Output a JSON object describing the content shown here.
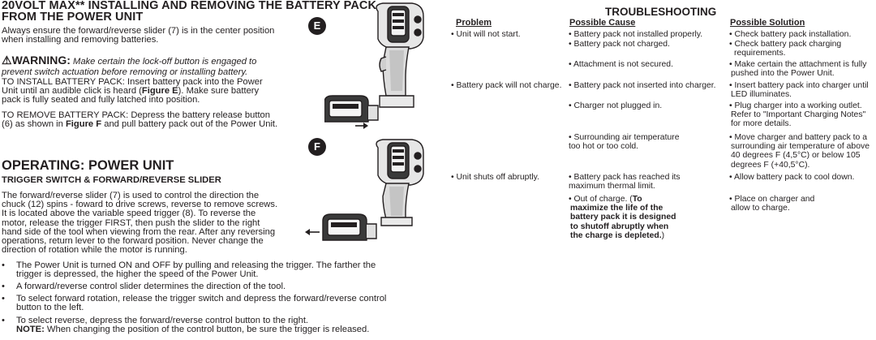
{
  "left": {
    "install_title_1": "20VOLT MAX** INSTALLING AND REMOVING THE BATTERY PACK",
    "install_title_2": "FROM THE POWER UNIT",
    "always_1": "Always ensure the forward/reverse slider (7) is in the center position",
    "always_2": "when installing and removing batteries.",
    "warning_symbol": "⚠",
    "warning_label": "WARNING:",
    "warning_1": "Make certain the lock-off button is engaged to",
    "warning_2": "prevent switch actuation before removing or installing battery.",
    "install_1": "TO INSTALL BATTERY PACK: Insert battery pack into the Power",
    "install_2": "Unit until an audible click is heard (",
    "install_fig": "Figure E",
    "install_2b": "). Make sure battery",
    "install_3": "pack is fully seated and fully latched into position.",
    "remove_1": "TO REMOVE BATTERY PACK: Depress the battery release button",
    "remove_2": "(6) as shown in ",
    "remove_fig": "Figure F",
    "remove_2b": " and pull battery pack out of the Power Unit.",
    "operating_title": "OPERATING: POWER UNIT",
    "trigger_sub": "TRIGGER SWITCH & FORWARD/REVERSE SLIDER",
    "para": [
      "The forward/reverse slider (7) is used to control the direction the",
      "chuck (12) spins - foward to drive screws, reverse to remove screws.",
      "It is located above the variable speed trigger (8). To reverse the",
      "motor, release the trigger FIRST, then push the slider to the right",
      "hand side of the tool when viewing from the rear. After any reversing",
      "operations, return lever to the forward position. Never change the",
      "direction of rotation while the motor is running."
    ],
    "bullet_char": "•",
    "bullets": [
      {
        "l1": "The Power Unit is turned ON and OFF by pulling and releasing the trigger. The farther the",
        "l2": "trigger is depressed, the higher the speed of the Power Unit."
      },
      {
        "l1": "A forward/reverse control slider determines the direction of the tool.",
        "l2": ""
      },
      {
        "l1": "To select forward rotation, release the trigger switch and depress the forward/reverse control",
        "l2": "button to the left."
      },
      {
        "l1": "To select reverse, depress the forward/reverse control button to the right.",
        "l2": ""
      }
    ],
    "note_label": "NOTE:",
    "note_text": " When changing the position of the control button, be sure the trigger is released."
  },
  "figures": {
    "e_label": "E",
    "f_label": "F"
  },
  "troubleshooting": {
    "title": "TROUBLESHOOTING",
    "headers": {
      "problem": "Problem",
      "cause": "Possible Cause",
      "solution": "Possible Solution"
    },
    "problems": [
      "• Unit will not start.",
      "• Battery pack will not charge.",
      "• Unit shuts off abruptly."
    ],
    "causes": [
      "• Battery pack not installed properly.",
      "• Battery pack not charged.",
      "• Attachment is not secured.",
      "• Battery pack not inserted into charger.",
      "• Charger not plugged in.",
      "• Surrounding air temperature",
      "too hot or too cold.",
      "• Battery pack has reached its",
      "maximum thermal limit.",
      "• Out of charge. (",
      "To",
      "maximize the life of the",
      "battery pack it is designed",
      "to shutoff abruptly when",
      "the charge is depleted.",
      ")"
    ],
    "solutions": [
      "• Check battery pack installation.",
      "• Check battery pack charging",
      "requirements.",
      "• Make certain the attachment is fully",
      "pushed into the Power Unit.",
      "• Insert battery pack into charger until",
      "LED illuminates.",
      "• Plug charger into a working outlet.",
      "Refer to \"Important Charging Notes\"",
      "for more details.",
      "• Move charger and battery pack to a",
      "surrounding air temperature of above",
      "40 degrees F (4,5°C) or below 105",
      "degrees F (+40,5°C).",
      "• Allow battery pack to cool down.",
      "• Place on charger and",
      "allow to charge."
    ]
  }
}
